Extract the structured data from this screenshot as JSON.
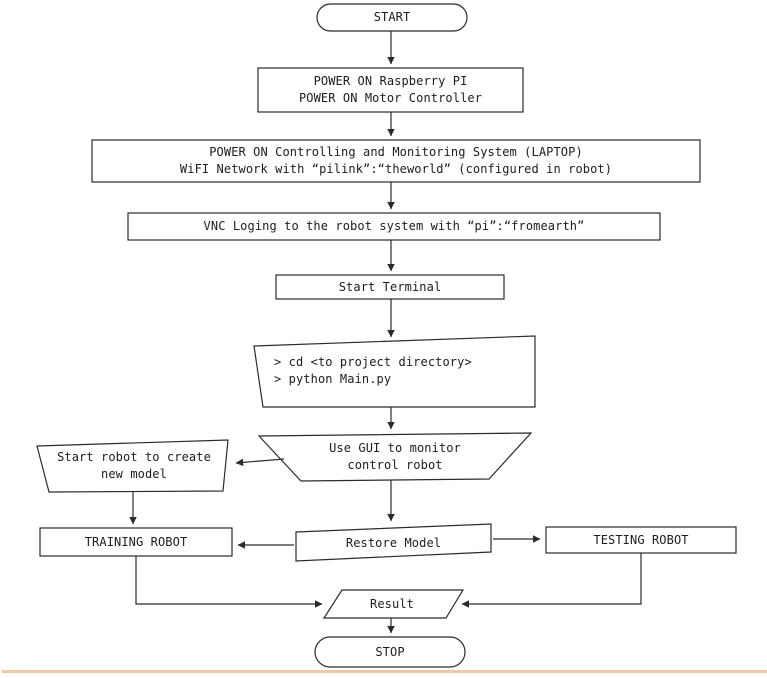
{
  "diagram": {
    "type": "flowchart",
    "nodes": {
      "start": {
        "label": "START",
        "shape": "terminator"
      },
      "power_devices": {
        "label": "POWER ON Raspberry PI\nPOWER ON Motor Controller",
        "shape": "process"
      },
      "power_laptop": {
        "label": "POWER ON Controlling and Monitoring System (LAPTOP)\nWiFI Network with “pilink”:“theworld” (configured in robot)",
        "shape": "process"
      },
      "vnc_login": {
        "label": "VNC Loging to the robot system with “pi”:“fromearth”",
        "shape": "process"
      },
      "start_terminal": {
        "label": "Start Terminal",
        "shape": "process"
      },
      "terminal_commands": {
        "label": "> cd <to project directory>\n> python Main.py",
        "shape": "manual-input"
      },
      "use_gui": {
        "label": "Use GUI to monitor\ncontrol robot",
        "shape": "manual-operation"
      },
      "start_robot_new_model": {
        "label": "Start robot to create\nnew model",
        "shape": "manual-operation"
      },
      "training_robot": {
        "label": "TRAINING ROBOT",
        "shape": "process"
      },
      "restore_model": {
        "label": "Restore Model",
        "shape": "process"
      },
      "testing_robot": {
        "label": "TESTING ROBOT",
        "shape": "process"
      },
      "result": {
        "label": "Result",
        "shape": "data"
      },
      "stop": {
        "label": "STOP",
        "shape": "terminator"
      }
    },
    "edges": [
      {
        "from": "start",
        "to": "power_devices"
      },
      {
        "from": "power_devices",
        "to": "power_laptop"
      },
      {
        "from": "power_laptop",
        "to": "vnc_login"
      },
      {
        "from": "vnc_login",
        "to": "start_terminal"
      },
      {
        "from": "start_terminal",
        "to": "terminal_commands"
      },
      {
        "from": "terminal_commands",
        "to": "use_gui"
      },
      {
        "from": "use_gui",
        "to": "start_robot_new_model"
      },
      {
        "from": "use_gui",
        "to": "restore_model"
      },
      {
        "from": "start_robot_new_model",
        "to": "training_robot"
      },
      {
        "from": "restore_model",
        "to": "training_robot"
      },
      {
        "from": "restore_model",
        "to": "testing_robot"
      },
      {
        "from": "training_robot",
        "to": "result"
      },
      {
        "from": "testing_robot",
        "to": "result"
      },
      {
        "from": "result",
        "to": "stop"
      }
    ],
    "colors": {
      "stroke": "#2b2b2b",
      "background": "#ffffff",
      "footer_line": "#efc9a4"
    }
  }
}
